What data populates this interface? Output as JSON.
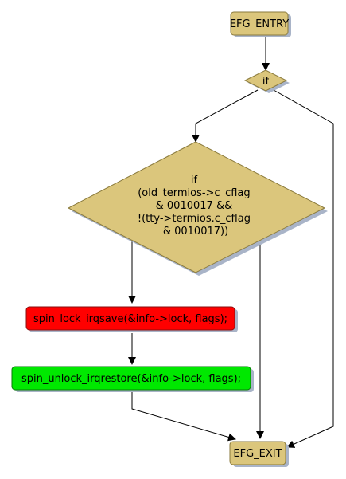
{
  "nodes": {
    "entry": {
      "label": "EFG_ENTRY"
    },
    "if_small": {
      "label": "if"
    },
    "if_big": {
      "lines": [
        "if",
        "(old_termios->c_cflag",
        "& 0010017 &&",
        "!(tty->termios.c_cflag",
        "& 0010017))"
      ]
    },
    "lock": {
      "label": "spin_lock_irqsave(&info->lock, flags);"
    },
    "unlock": {
      "label": "spin_unlock_irqrestore(&info->lock, flags);"
    },
    "exit": {
      "label": "EFG_EXIT"
    }
  },
  "colors": {
    "tan": "#dbc67c",
    "red": "#ff0000",
    "green": "#00e800",
    "shadow": "#a9b4c8",
    "stroke": "#8a7a3c"
  }
}
